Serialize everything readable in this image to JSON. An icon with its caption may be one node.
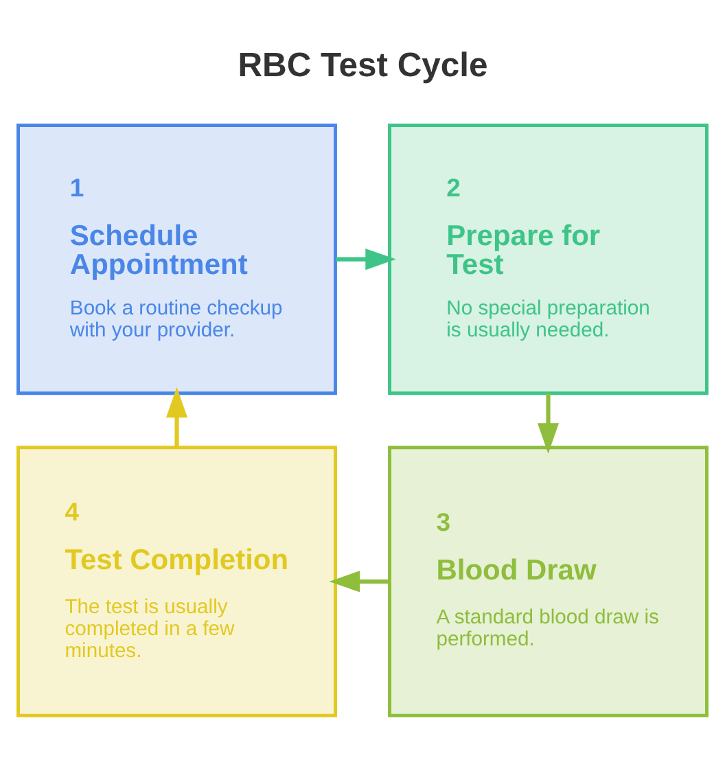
{
  "diagram": {
    "title": "RBC Test Cycle",
    "nodes": [
      {
        "text": [
          "1",
          "Schedule Appointment",
          "Book a routine checkup with your provider."
        ]
      },
      {
        "text": [
          "2",
          "Prepare for Test",
          "No special preparation is usually needed."
        ]
      },
      {
        "text": [
          "3",
          "Blood Draw",
          "A standard blood draw is performed."
        ]
      },
      {
        "text": [
          "4",
          "Test Completion",
          "The test is usually completed in a few minutes."
        ]
      }
    ],
    "edges": [
      {
        "from": 0,
        "to": 1,
        "arrow": "to",
        "color": "#3ec488"
      },
      {
        "from": 1,
        "to": 2,
        "arrow": "to",
        "color": "#8fbd3c"
      },
      {
        "from": 2,
        "to": 3,
        "arrow": "to",
        "color": "#8fbd3c"
      },
      {
        "from": 3,
        "to": 0,
        "arrow": "to",
        "color": "#e2c922"
      }
    ]
  }
}
